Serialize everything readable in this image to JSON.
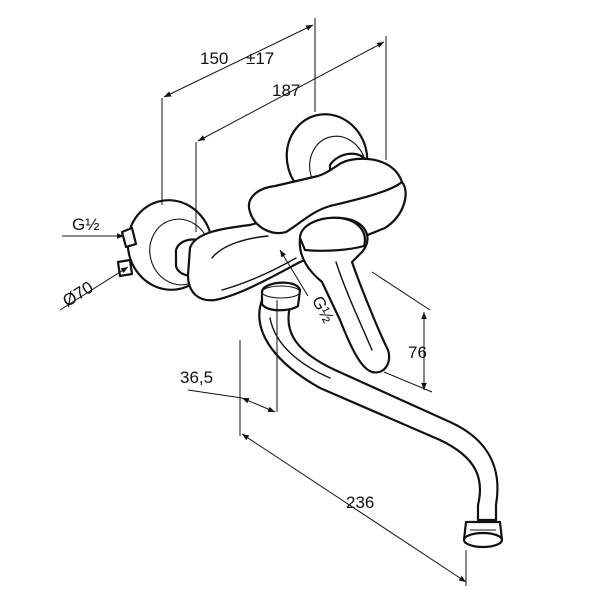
{
  "dimensions": {
    "d150": "150",
    "tolerance": "±17",
    "d187": "187",
    "thread_left": "G½",
    "diameter": "Ø70",
    "thread_center": "G½",
    "d76": "76",
    "d36_5": "36,5",
    "d236": "236"
  }
}
